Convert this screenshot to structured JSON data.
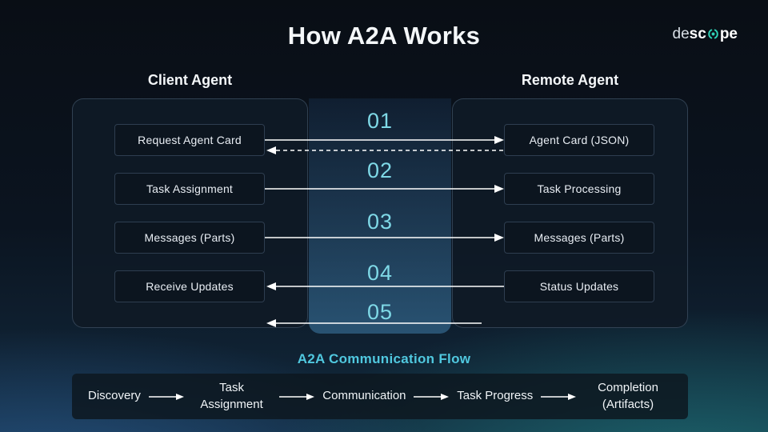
{
  "title": "How A2A Works",
  "logo": {
    "part1": "de",
    "part2": "sc",
    "part3": "pe"
  },
  "columns": {
    "client": "Client Agent",
    "remote": "Remote Agent"
  },
  "client_boxes": [
    "Request Agent Card",
    "Task Assignment",
    "Messages (Parts)",
    "Receive Updates"
  ],
  "remote_boxes": [
    "Agent Card (JSON)",
    "Task Processing",
    "Messages (Parts)",
    "Status Updates"
  ],
  "steps": [
    "01",
    "02",
    "03",
    "04",
    "05"
  ],
  "flow": {
    "title": "A2A Communication Flow",
    "items": [
      "Discovery",
      "Task Assignment",
      "Communication",
      "Task Progress",
      "Completion (Artifacts)"
    ]
  },
  "colors": {
    "step_number": "#7fd9e7",
    "flow_title": "#50c8df",
    "logo_accent": "#2ed3b7",
    "arrow": "#ffffff",
    "panel_bg": "#0f1a26",
    "node_bg": "#0c151f"
  }
}
